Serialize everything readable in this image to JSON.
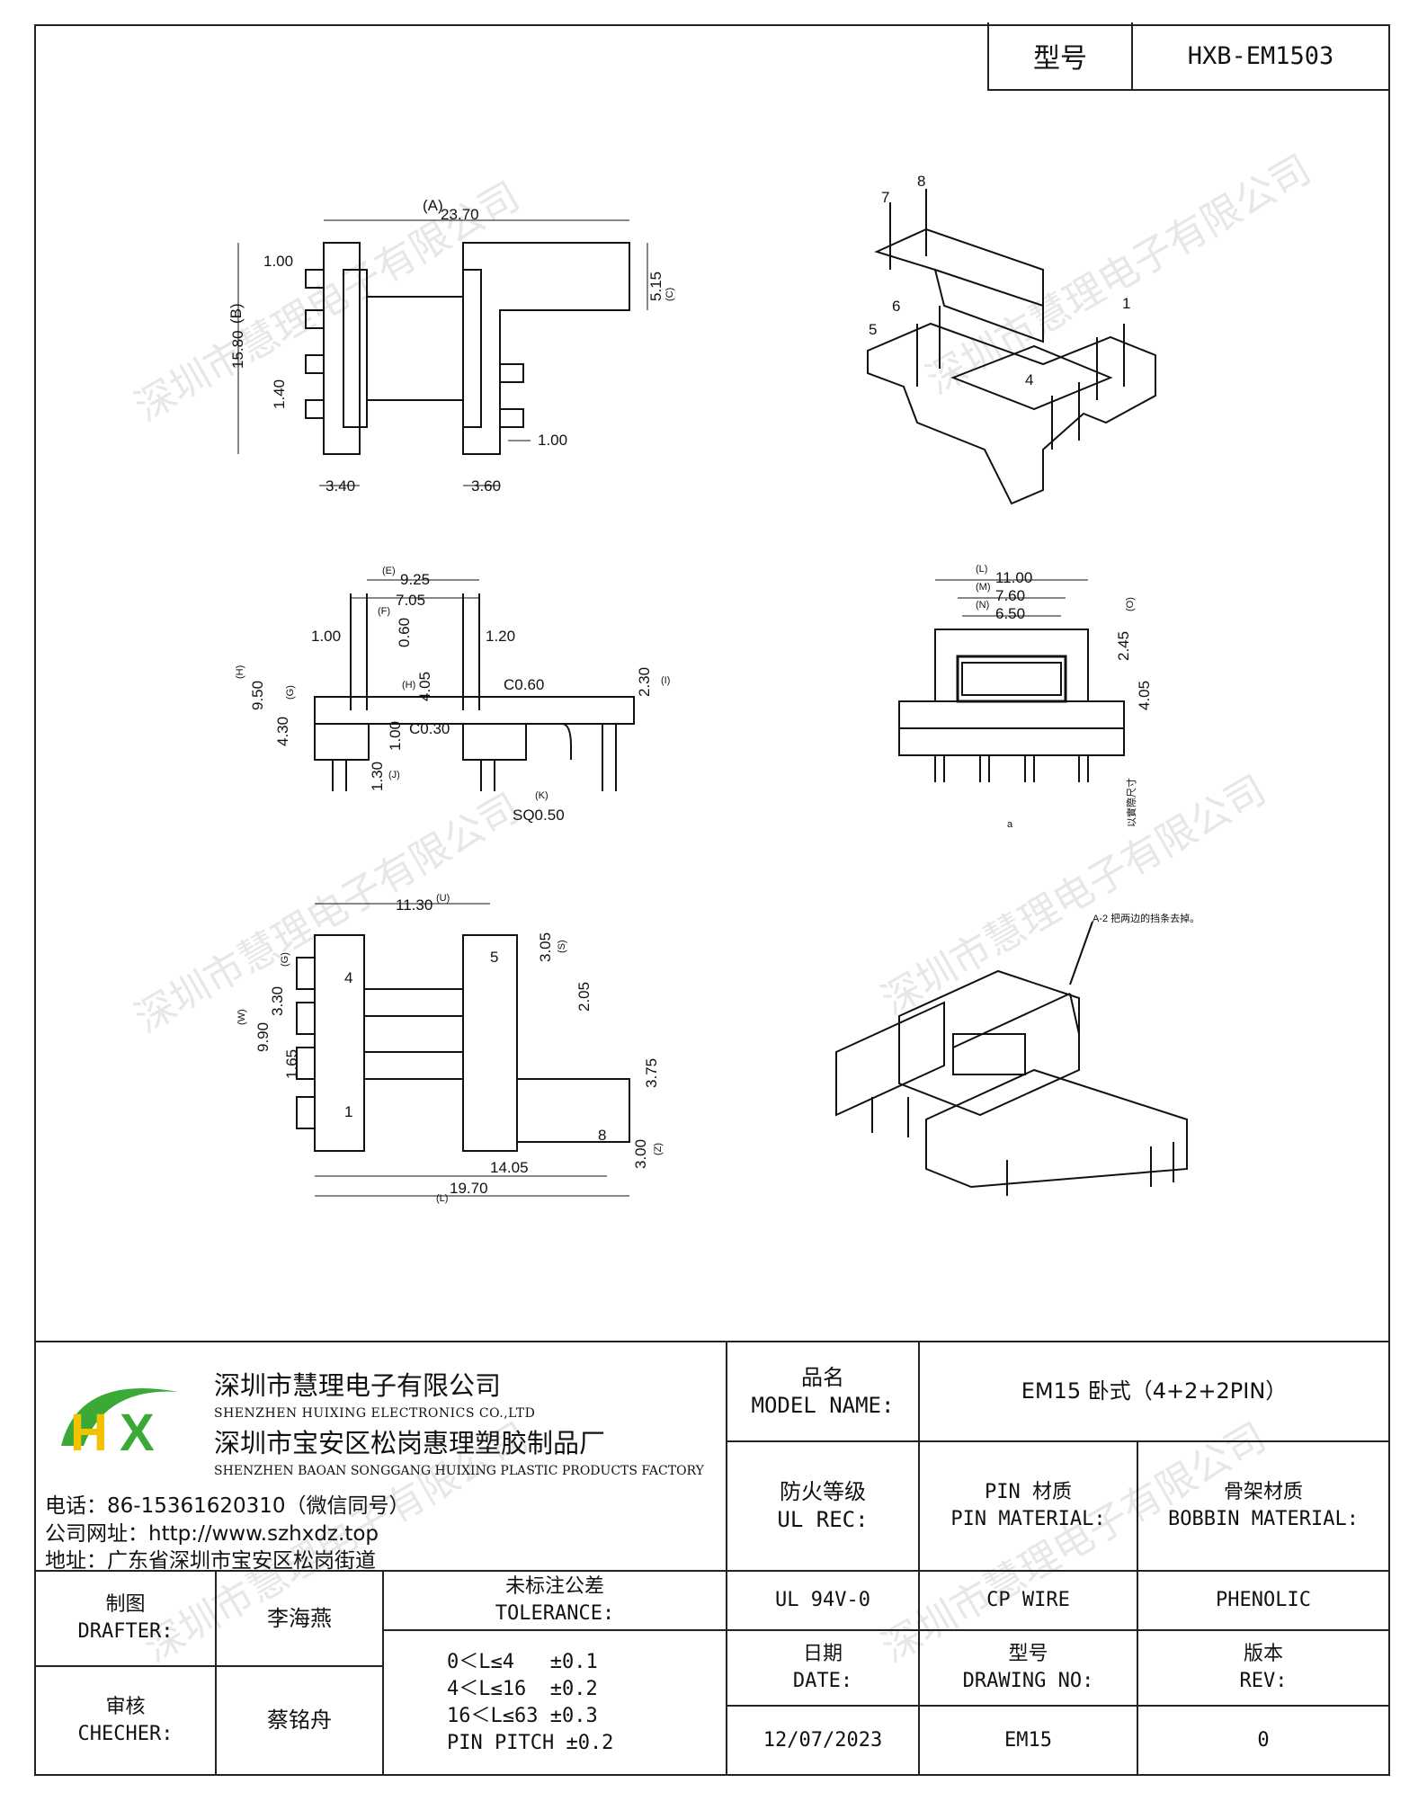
{
  "header": {
    "model_label": "型号",
    "model_value": "HXB-EM1503"
  },
  "watermark": "深圳市慧理电子有限公司",
  "dims": {
    "v1": {
      "A": "(A)",
      "a_val": "23.70",
      "top_left": "1.00",
      "b": "(B)",
      "b_val": "15.80",
      "c_val": "5.15",
      "c": "(C)",
      "pitch": "1.40",
      "r_small": "1.00",
      "bl": "3.40",
      "br": "3.60"
    },
    "pins": {
      "p7": "7",
      "p8": "8",
      "p6": "6",
      "p5": "5",
      "p1": "1",
      "p4": "4"
    },
    "v2": {
      "e": "(E)",
      "e_val": "9.25",
      "f_val": "7.05",
      "f": "(F)",
      "l100": "1.00",
      "v060": "0.60",
      "r120": "1.20",
      "h": "(H)",
      "h_val": "9.50",
      "g": "(G)",
      "g_val": "4.30",
      "d405": "4.05",
      "c060": "C0.60",
      "c030": "C0.30",
      "v100": "1.00",
      "i_val": "2.30",
      "i": "(I)",
      "j_val": "1.30",
      "j": "(J)",
      "k": "(K)",
      "k_val": "SQ0.50"
    },
    "v3": {
      "l": "(L)",
      "l_val": "11.00",
      "m": "(M)",
      "m_val": "7.60",
      "n": "(N)",
      "n_val": "6.50",
      "o_val": "2.45",
      "o": "(O)",
      "p_val": "4.05",
      "side_note": "以實際尺寸",
      "foot": "a"
    },
    "v4": {
      "u": "(U)",
      "u_val": "11.30",
      "s_val": "3.05",
      "s": "(S)",
      "t_val": "2.05",
      "v_a": "(G)",
      "v_a_val": "3.30",
      "w": "(W)",
      "w_val": "9.90",
      "x_val": "1.65",
      "y_val": "3.75",
      "z_val": "3.00",
      "z": "(Z)",
      "len1405": "14.05",
      "len1970": "19.70",
      "ll": "(L)",
      "pin1": "1",
      "pin4": "4",
      "pin5": "5",
      "pin8": "8"
    },
    "v6": {
      "note": "A-2 把两边的挡条去掉。"
    }
  },
  "company": {
    "name_cn": "深圳市慧理电子有限公司",
    "name_en": "SHENZHEN HUIXING ELECTRONICS CO.,LTD",
    "factory_cn": "深圳市宝安区松岗惠理塑胶制品厂",
    "factory_en": "SHENZHEN BAOAN SONGGANG HUIXING PLASTIC PRODUCTS FACTORY",
    "phone": "电话：86-15361620310（微信同号）",
    "website": "公司网址：http://www.szhxdz.top",
    "address": "地址：广东省深圳市宝安区松岗街道",
    "logo_letters": "HX",
    "logo_green": "#3aa935",
    "logo_yellow": "#f2c200"
  },
  "table": {
    "model_name_cn": "品名",
    "model_name_en": "MODEL NAME:",
    "model_name_value": "EM15 卧式（4+2+2PIN）",
    "ul_cn": "防火等级",
    "ul_en": "UL REC:",
    "pin_cn": "PIN 材质",
    "pin_en": "PIN MATERIAL:",
    "bobbin_cn": "骨架材质",
    "bobbin_en": "BOBBIN MATERIAL:",
    "drafter_cn": "制图",
    "drafter_en": "DRAFTER:",
    "drafter_name": "李海燕",
    "tol_cn": "未标注公差",
    "tol_en": "TOLERANCE:",
    "ul_value": "UL 94V-0",
    "pin_value": "CP WIRE",
    "bobbin_value": "PHENOLIC",
    "checker_cn": "审核",
    "checker_en": "CHECHER:",
    "checker_name": "蔡铭舟",
    "tol_lines": [
      "0＜L≤4   ±0.1",
      "4＜L≤16  ±0.2",
      "16＜L≤63 ±0.3",
      "PIN PITCH ±0.2"
    ],
    "date_cn": "日期",
    "date_en": "DATE:",
    "date_value": "12/07/2023",
    "drawing_cn": "型号",
    "drawing_en": "DRAWING NO:",
    "drawing_value": "EM15",
    "rev_cn": "版本",
    "rev_en": "REV:",
    "rev_value": "0"
  }
}
